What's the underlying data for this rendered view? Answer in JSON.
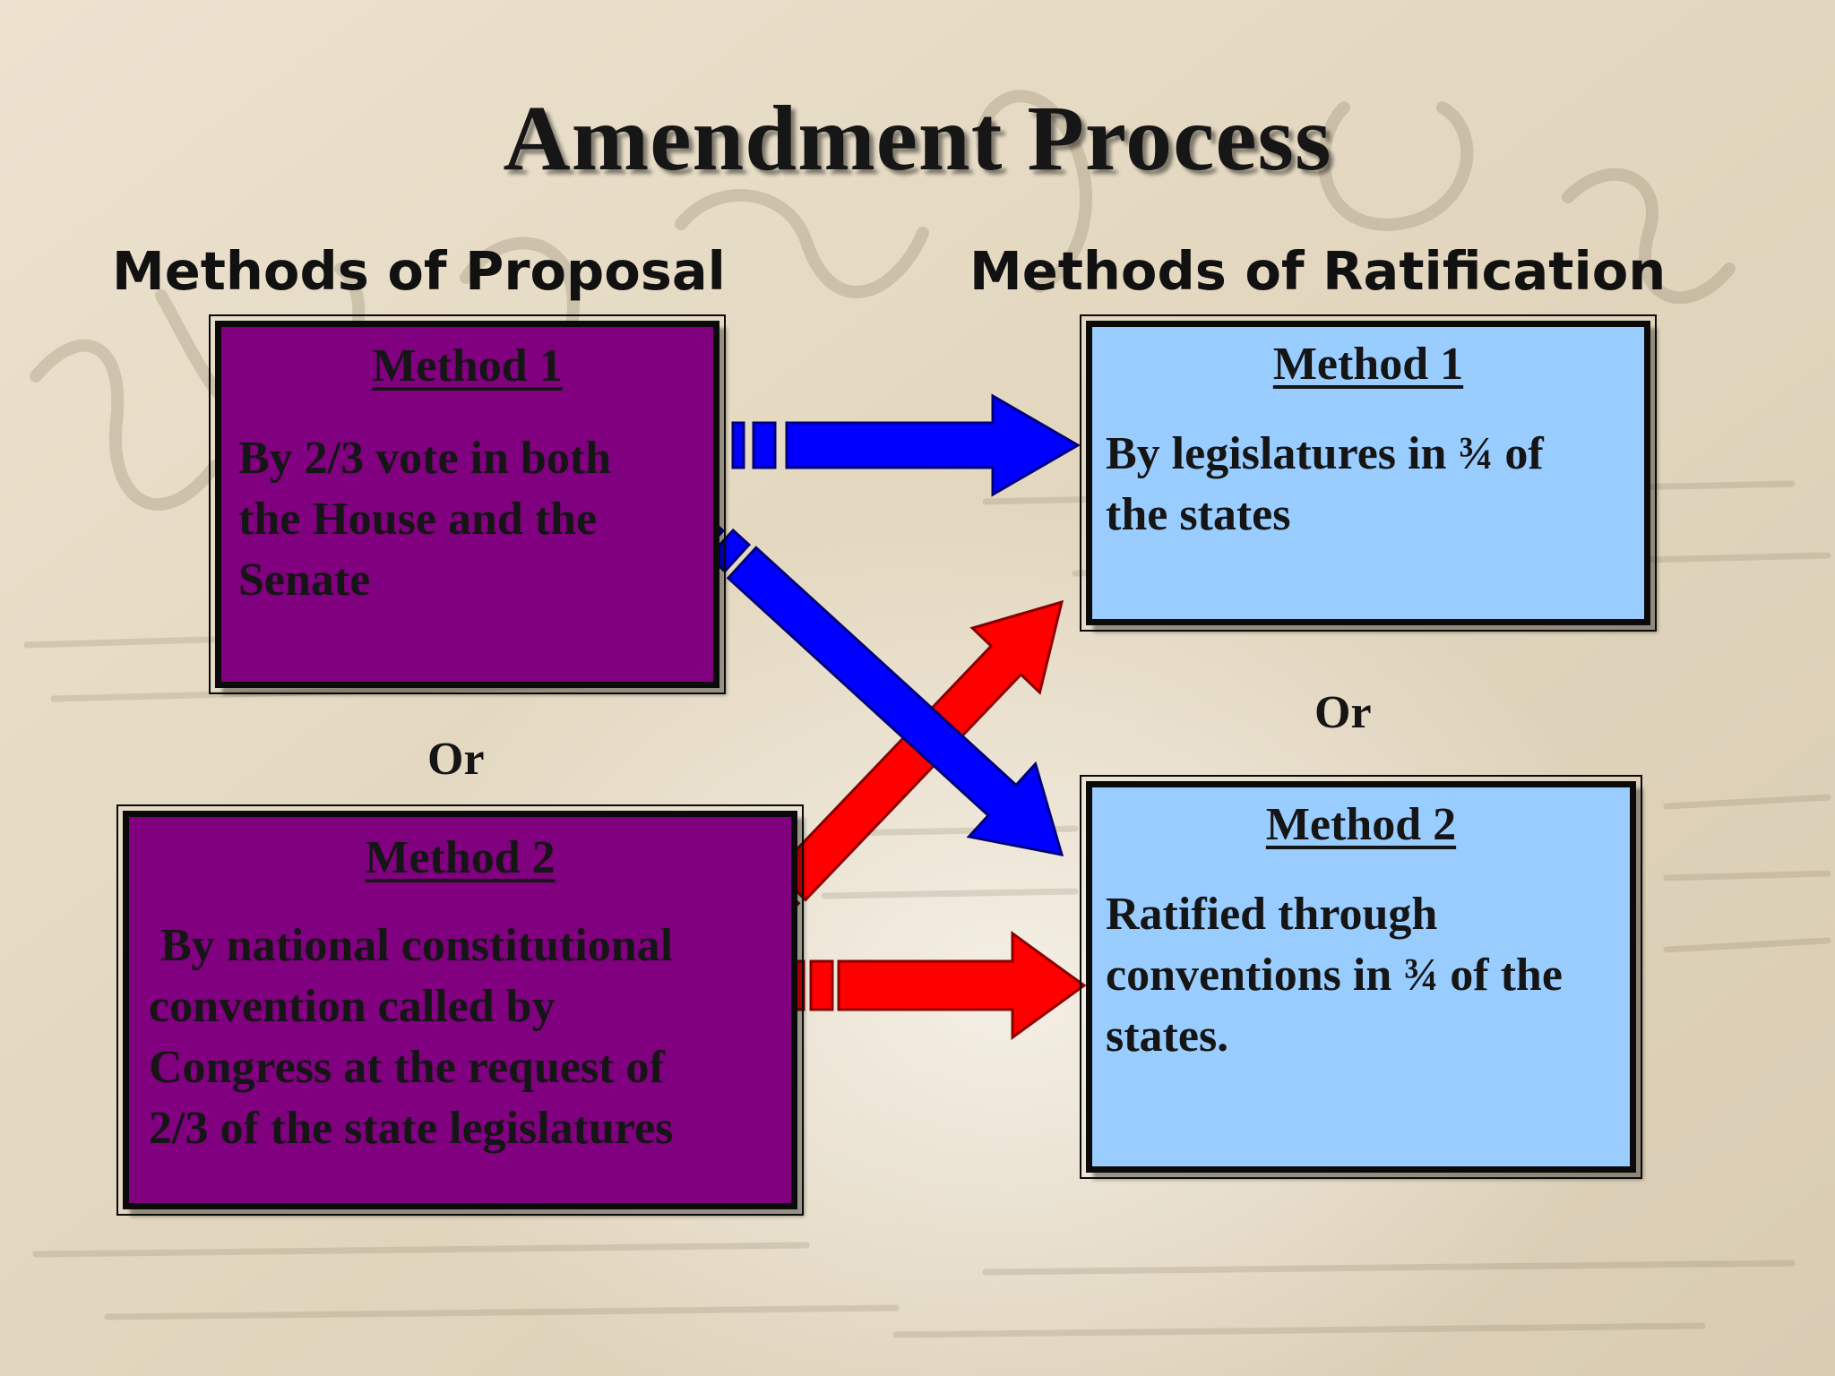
{
  "title": "Amendment Process",
  "columns": {
    "proposal": "Methods of Proposal",
    "ratification": "Methods of Ratification"
  },
  "proposal": {
    "method1": {
      "heading": "Method 1",
      "lines": [
        "By 2/3 vote in both",
        "the House and the",
        "Senate"
      ]
    },
    "method2": {
      "heading": "Method 2",
      "lines": [
        " By national constitutional",
        "convention called by",
        "Congress at the request of",
        "2/3 of the state legislatures"
      ]
    },
    "or": "Or"
  },
  "ratification": {
    "method1": {
      "heading": "Method 1",
      "lines": [
        "By legislatures in ¾ of",
        "the states"
      ]
    },
    "method2": {
      "heading": "Method 2",
      "lines": [
        "Ratified through",
        "conventions in ¾ of the",
        "states."
      ]
    },
    "or": "Or"
  },
  "colors": {
    "proposal_box": "#800080",
    "ratification_box": "#99ccff",
    "arrow_method1": "#0000ff",
    "arrow_method2": "#ff0000"
  }
}
